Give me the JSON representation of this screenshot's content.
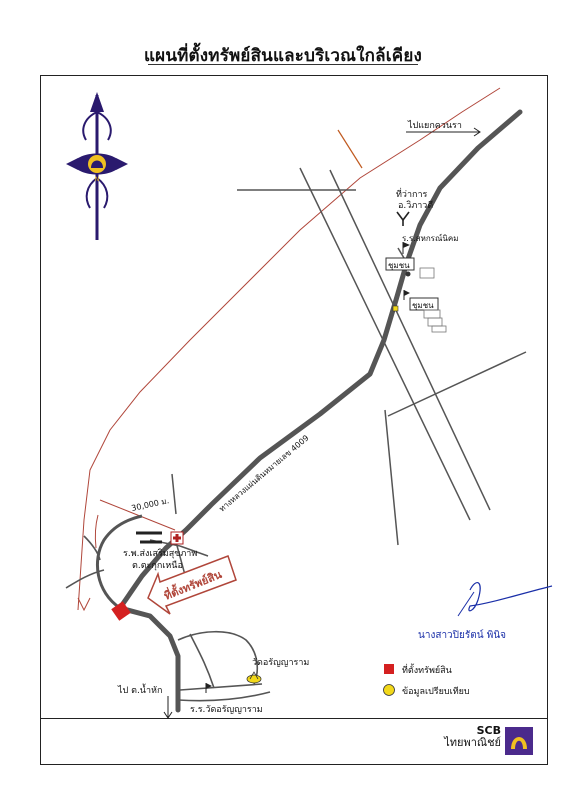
{
  "title": "แผนที่ตั้งทรัพย์สินและบริเวณใกล้เคียง",
  "labels": {
    "to_krabi": "ไปแยกควนรา",
    "district_office": "ที่ว่าการ",
    "district_office_2": "อ.วิภาวดี",
    "school_cooperative": "ร.ร.สหกรณ์นิคม",
    "box_upper": "ชุมชน",
    "box_lower": "ชุมชน",
    "distance": "30,000 ม.",
    "road_name": "ทางหลวงแผ่นดินหมายเลข 4009",
    "hospital": "ร.พ.ส่งเสริมสุขภาพ",
    "hospital_2": "ต.ตะกุกเหนือ",
    "property_arrow": "ที่ตั้งทรัพย์สิน",
    "temple": "วัดอรัญญาราม",
    "school_temple": "ร.ร.วัดอรัญญาราม",
    "to_namhak": "ไป ต.น้ำหัก"
  },
  "legend": {
    "property": "ที่ตั้งทรัพย์สิน",
    "comparable": "ข้อมูลเปรียบเทียบ"
  },
  "signer": "นางสาวปิยรัตน์ พินิจ",
  "footer": {
    "brand_code": "SCB",
    "brand_name": "ไทยพาณิชย์"
  },
  "colors": {
    "main_road": "#555555",
    "border_line": "#b0463a",
    "property_marker": "#d42020",
    "comparable_marker": "#f2d81a",
    "compass": "#2a1a6e",
    "compass_accent": "#f0c020",
    "brand": "#4b2a8c"
  },
  "icons": [
    "compass-icon",
    "hospital-icon",
    "school-flag-icon",
    "temple-icon",
    "scb-logo-icon"
  ]
}
